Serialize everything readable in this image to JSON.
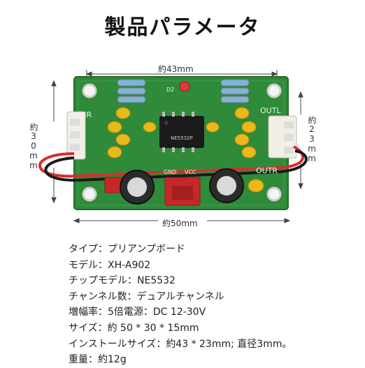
{
  "title": "製品パラメータ",
  "dimensions": {
    "top": "約43mm",
    "bottom": "約50mm",
    "left": "約30mm",
    "right": "約23mm"
  },
  "board_labels": {
    "input": "INR",
    "out_left": "OUTL",
    "out_right": "OUTR",
    "gnd": "GND",
    "vcc": "VCC",
    "led": "D2",
    "chip": "NE5532P"
  },
  "specs": [
    {
      "label": "タイプ",
      "sep": "：",
      "value": "プリアンプボード"
    },
    {
      "label": "モデル",
      "sep": "：",
      "value": "XH-A902"
    },
    {
      "label": "チップモデル",
      "sep": "：",
      "value": "NE5532"
    },
    {
      "label": "チャンネル数",
      "sep": "：",
      "value": "デュアルチャンネル"
    },
    {
      "label": "増幅率",
      "sep": "：",
      "value": "5倍電源：DC 12-30V"
    },
    {
      "label": "サイズ",
      "sep": "：",
      "value": "約 50 * 30 * 15mm"
    },
    {
      "label": "インストールサイズ",
      "sep": "：",
      "value": "約43 * 23mm; 直径3mm。"
    },
    {
      "label": "重量",
      "sep": "：",
      "value": "約12g"
    }
  ],
  "colors": {
    "pcb": "#2f8a3a",
    "pcb_dark": "#1f6a2a",
    "connector": "#f2efe6",
    "red_connector": "#c62828",
    "wire_red": "#d32f2f",
    "wire_black": "#1a1a1a",
    "capacitor_yellow": "#e9b81a",
    "electrolytic": "#2b2b2b"
  }
}
